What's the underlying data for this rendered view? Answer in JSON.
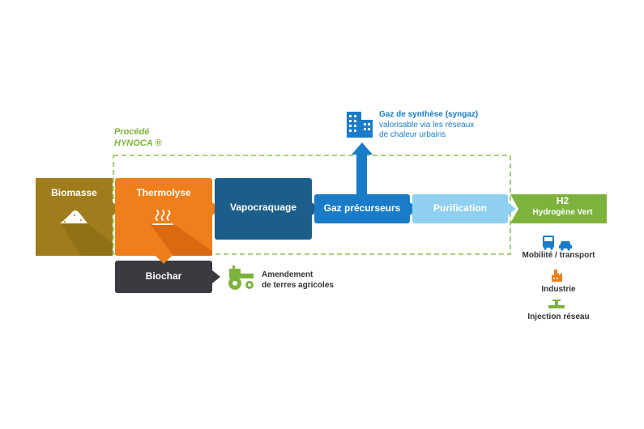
{
  "process": {
    "title_line1": "Procédé",
    "title_line2": "HYNOCA ®"
  },
  "steps": {
    "biomasse": "Biomasse",
    "thermolyse": "Thermolyse",
    "vapocraquage": "Vapocraquage",
    "gaz_precurseurs": "Gaz précurseurs",
    "purification": "Purification",
    "h2_line1": "H2",
    "h2_line2": "Hydrogène Vert",
    "biochar": "Biochar"
  },
  "outputs": {
    "amendement_line1": "Amendement",
    "amendement_line2": "de terres agricoles",
    "syngaz_line1": "Gaz de synthèse (syngaz)",
    "syngaz_line2": "valorisable via les réseaux",
    "syngaz_line3": "de chaleur urbains",
    "mobilite": "Mobilité / transport",
    "industrie": "Industrie",
    "injection": "Injection réseau"
  },
  "colors": {
    "biomasse": "#a07d1c",
    "thermolyse": "#ee7f1a",
    "vapocraquage": "#1c5e8a",
    "gaz_precurseurs": "#1a7cc9",
    "purification": "#8fd0f0",
    "h2": "#7db33c",
    "biochar": "#3a3a40",
    "dashed": "#8cc44a",
    "icon_blue": "#1a7cc9",
    "icon_orange": "#ee7f1a",
    "icon_green": "#7db33c"
  },
  "icons": [
    "biomass-pile-icon",
    "heat-icon",
    "tractor-icon",
    "building-icon",
    "bus-icon",
    "car-icon",
    "factory-icon",
    "pipe-icon"
  ]
}
